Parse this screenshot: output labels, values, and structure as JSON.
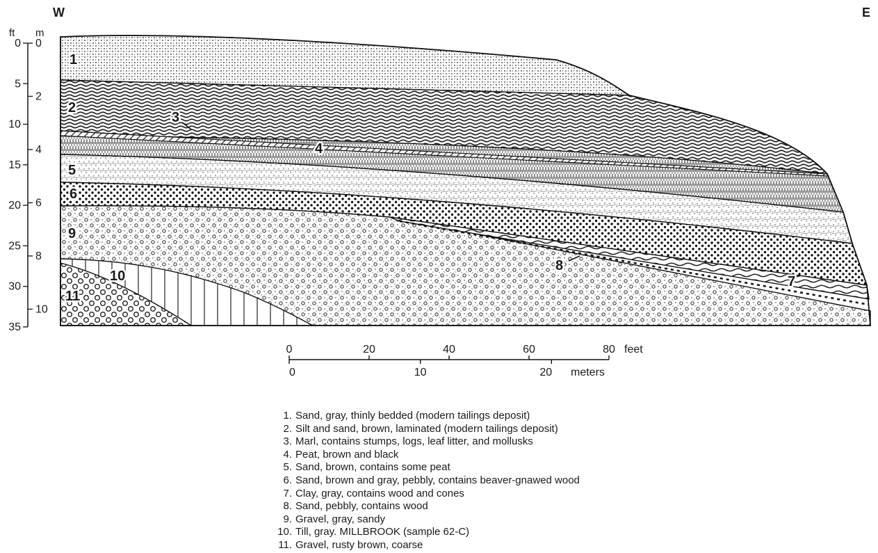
{
  "section": {
    "west_label": "W",
    "east_label": "E",
    "depth_axis": {
      "ft_unit": "ft",
      "m_unit": "m",
      "ft_ticks": [
        "0",
        "5",
        "10",
        "15",
        "20",
        "25",
        "30",
        "35"
      ],
      "m_ticks": [
        "0",
        "2",
        "4",
        "6",
        "8",
        "10"
      ]
    },
    "unit_labels": [
      "1",
      "2",
      "3",
      "4",
      "5",
      "6",
      "7",
      "8",
      "9",
      "10",
      "11"
    ]
  },
  "scale_bar": {
    "feet_ticks": [
      "0",
      "20",
      "40",
      "60",
      "80"
    ],
    "feet_unit": "feet",
    "meter_ticks": [
      "0",
      "10",
      "20"
    ],
    "meter_unit": "meters"
  },
  "legend": [
    {
      "num": "1.",
      "text": "Sand, gray, thinly bedded (modern tailings deposit)"
    },
    {
      "num": "2.",
      "text": "Silt and sand, brown, laminated (modern tailings deposit)"
    },
    {
      "num": "3.",
      "text": "Marl, contains stumps, logs, leaf litter, and mollusks"
    },
    {
      "num": "4.",
      "text": "Peat, brown and black"
    },
    {
      "num": "5.",
      "text": "Sand, brown, contains some peat"
    },
    {
      "num": "6.",
      "text": "Sand, brown and gray, pebbly, contains beaver-gnawed wood"
    },
    {
      "num": "7.",
      "text": "Clay, gray, contains wood and cones"
    },
    {
      "num": "8.",
      "text": "Sand, pebbly, contains wood"
    },
    {
      "num": "9.",
      "text": "Gravel, gray, sandy"
    },
    {
      "num": "10.",
      "text": "Till, gray. MILLBROOK (sample 62-C)"
    },
    {
      "num": "11.",
      "text": "Gravel, rusty brown, coarse"
    }
  ]
}
